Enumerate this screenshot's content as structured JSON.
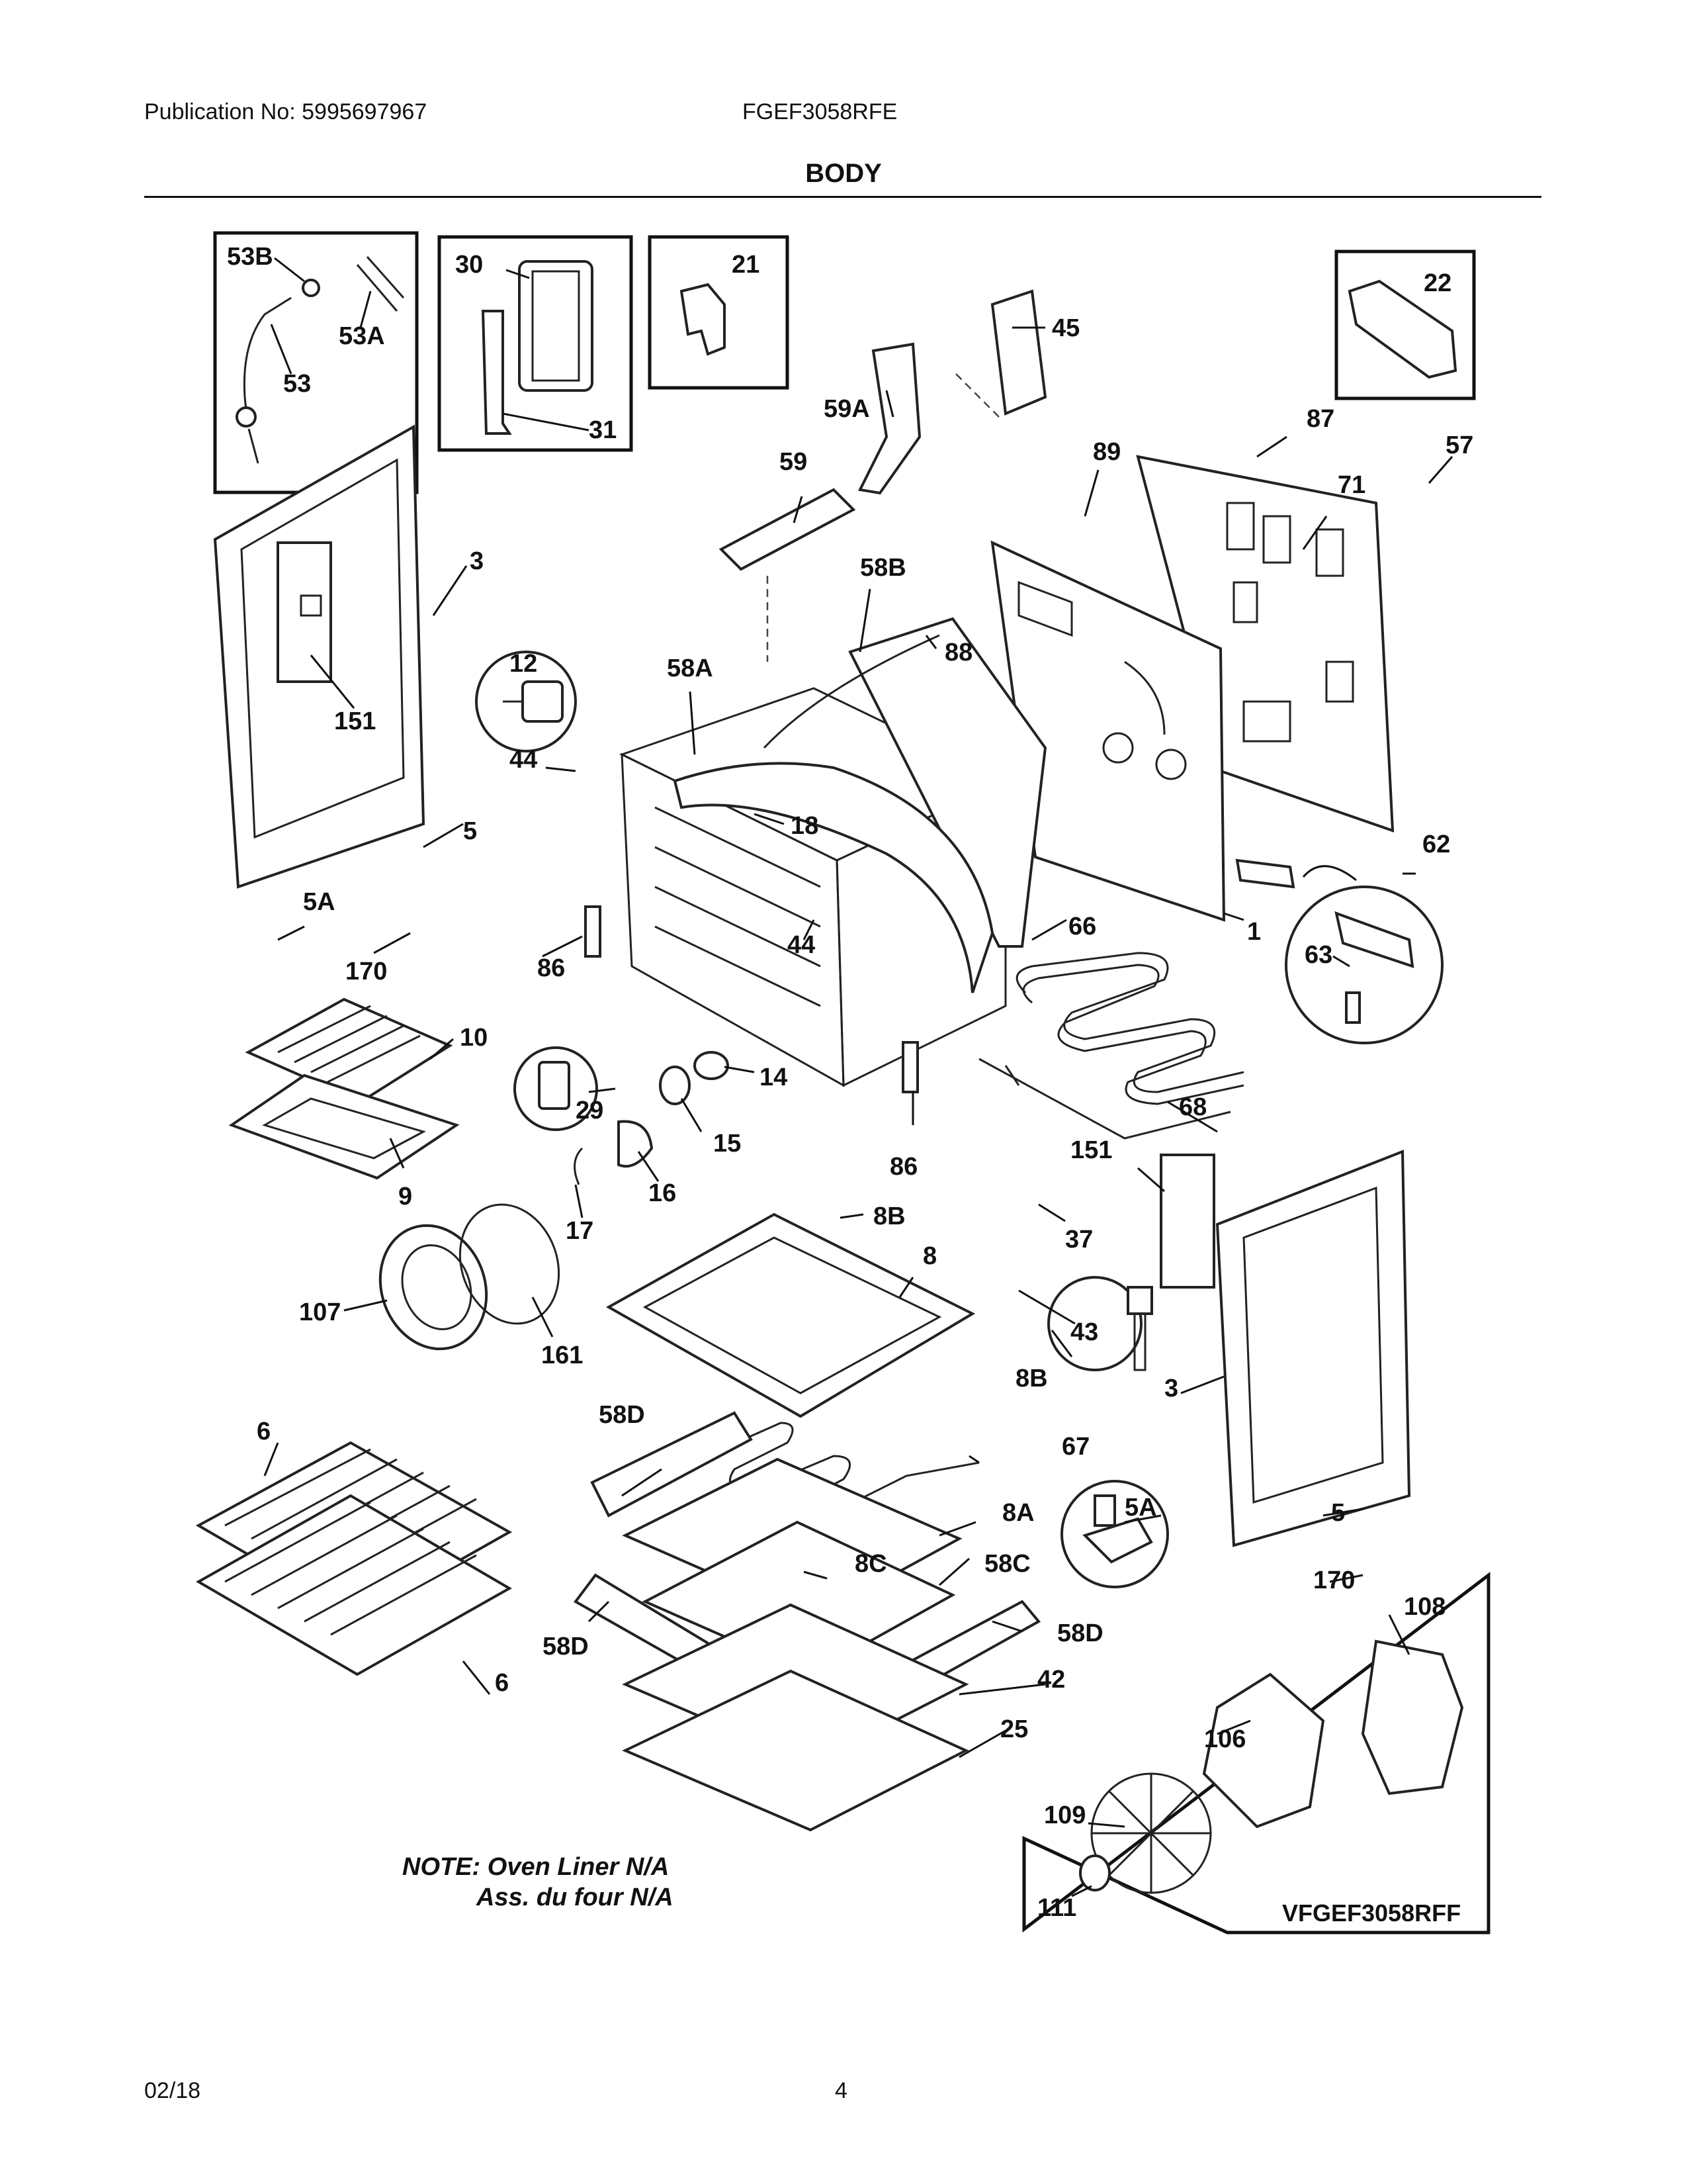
{
  "header": {
    "publication": "Publication No: 5995697967",
    "model": "FGEF3058RFE",
    "section_title": "BODY"
  },
  "notes": {
    "line1": "NOTE: Oven Liner N/A",
    "line2": "Ass. du four N/A"
  },
  "sheet_code": "VFGEF3058RFF",
  "footer": {
    "date": "02/18",
    "page": "4"
  },
  "part_labels": {
    "p53B": "53B",
    "p53A": "53A",
    "p53": "53",
    "p30": "30",
    "p31": "31",
    "p21": "21",
    "p22": "22",
    "p45": "45",
    "p59A": "59A",
    "p59": "59",
    "p87": "87",
    "p57": "57",
    "p89": "89",
    "p71": "71",
    "p3a": "3",
    "p151a": "151",
    "p12": "12",
    "p44a": "44",
    "p58B": "58B",
    "p88": "88",
    "p58A": "58A",
    "p18": "18",
    "p5a": "5",
    "p5Aa": "5A",
    "p170a": "170",
    "p86a": "86",
    "p44b": "44",
    "p62": "62",
    "p66": "66",
    "p1": "1",
    "p63": "63",
    "p10": "10",
    "p9": "9",
    "p29": "29",
    "p14": "14",
    "p15": "15",
    "p16": "16",
    "p86b": "86",
    "p68": "68",
    "p151b": "151",
    "p17": "17",
    "p8B1": "8B",
    "p37": "37",
    "p8": "8",
    "p107": "107",
    "p161": "161",
    "p43": "43",
    "p8B2": "8B",
    "p3b": "3",
    "p6a": "6",
    "p58Da": "58D",
    "p67": "67",
    "p5Ab": "5A",
    "p8A": "8A",
    "p5b": "5",
    "p8C": "8C",
    "p58C": "58C",
    "p170b": "170",
    "p108": "108",
    "p58Db": "58D",
    "p58Dc": "58D",
    "p42": "42",
    "p6b": "6",
    "p106": "106",
    "p25": "25",
    "p109": "109",
    "p111": "111"
  }
}
